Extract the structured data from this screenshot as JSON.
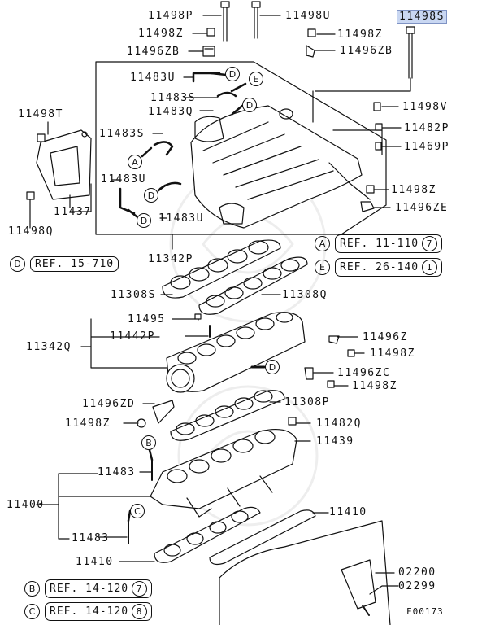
{
  "figure_code": "F00173",
  "highlight_color": "#c9d7f2",
  "parts": {
    "p11498P": "11498P",
    "p11498U": "11498U",
    "p11498Z_top": "11498Z",
    "p11498Z_topright": "11498Z",
    "p11498S": "11498S",
    "p11496ZB_left": "11496ZB",
    "p11496ZB_right": "11496ZB",
    "p11483U_a": "11483U",
    "p11483S_a": "11483S",
    "p11483Q": "11483Q",
    "p11498T": "11498T",
    "p11498V": "11498V",
    "p11482P": "11482P",
    "p11469P": "11469P",
    "p11483S_b": "11483S",
    "p11483U_b": "11483U",
    "p11483U_c": "11483U",
    "p11437": "11437",
    "p11498Q": "11498Q",
    "p11498Z_mid": "11498Z",
    "p11496ZE": "11496ZE",
    "p11342P": "11342P",
    "p11308S": "11308S",
    "p11308Q": "11308Q",
    "p11495": "11495",
    "p11342Q": "11342Q",
    "p11442P": "11442P",
    "p11496Z": "11496Z",
    "p11498Z_b1": "11498Z",
    "p11496ZC": "11496ZC",
    "p11498Z_b2": "11498Z",
    "p11496ZD": "11496ZD",
    "p11308P": "11308P",
    "p11498Z_left": "11498Z",
    "p11482Q": "11482Q",
    "p11439": "11439",
    "p11483_a": "11483",
    "p11400": "11400",
    "p11410_a": "11410",
    "p11483_b": "11483",
    "p11410_b": "11410",
    "p02200": "02200",
    "p02299": "02299"
  },
  "callouts": {
    "D1": "D",
    "E1": "E",
    "D2": "D",
    "A1": "A",
    "D3": "D",
    "D4": "D",
    "D5": "D",
    "B1": "B",
    "C1": "C"
  },
  "refs": {
    "A": {
      "mark": "A",
      "text": "REF. 11-110",
      "num": "7"
    },
    "E": {
      "mark": "E",
      "text": "REF. 26-140",
      "num": "1"
    },
    "D": {
      "mark": "D",
      "text": "REF. 15-710",
      "num": ""
    },
    "B": {
      "mark": "B",
      "text": "REF. 14-120",
      "num": "7"
    },
    "C": {
      "mark": "C",
      "text": "REF. 14-120",
      "num": "8"
    }
  }
}
